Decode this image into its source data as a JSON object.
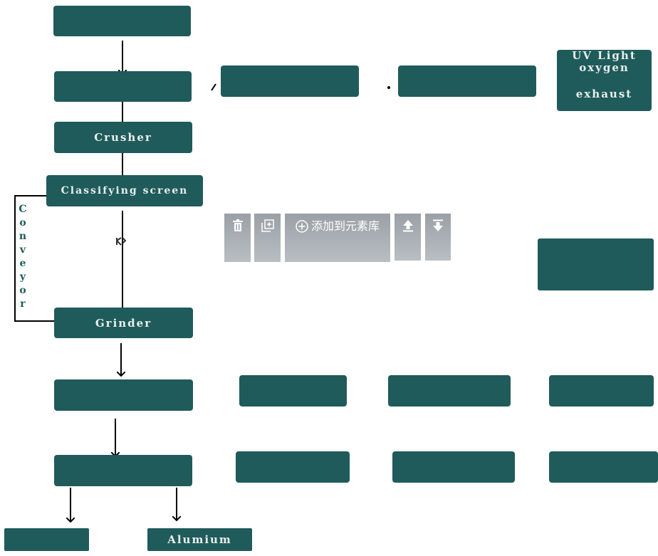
{
  "flow": {
    "crusher": "Crusher",
    "classifying_screen": "Classifying screen",
    "grinder": "Grinder",
    "alumium": "Alumium",
    "conveyor_letters": [
      "C",
      "o",
      "n",
      "v",
      "e",
      "y",
      "o",
      "r"
    ],
    "uv_box": {
      "line1": "UV Light",
      "line2": "oxygen",
      "line3": "exhaust"
    }
  },
  "toolbar": {
    "delete_icon": "trash-icon",
    "copy_icon": "duplicate-icon",
    "add_label": "添加到元素库",
    "add_icon": "circle-plus-icon",
    "move_up_icon": "move-top-icon",
    "move_down_icon": "move-bottom-icon"
  },
  "colors": {
    "box": "#1f5b5a",
    "box_text": "#e8f0ef",
    "toolbar": "#9aa0a6",
    "arrow": "#000000"
  }
}
